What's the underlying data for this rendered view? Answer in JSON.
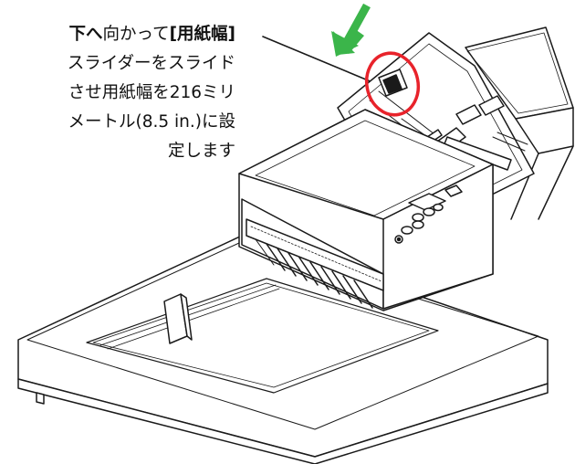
{
  "instruction": {
    "line1_bold_start": "下へ",
    "line1_normal": "向かって",
    "line1_bold_end": "[用紙幅]",
    "line2": "スライダーをスライド",
    "line3": "させ用紙幅を216ミリ",
    "line4": "メートル(8.5 in.)に設",
    "line5": "定します"
  },
  "colors": {
    "arrow": "#3bb54a",
    "highlight": "#e8232b",
    "outline": "#1a1a1a"
  },
  "icons": {
    "arrow": "green-down-arrow-icon",
    "highlight": "red-circle-highlight"
  }
}
